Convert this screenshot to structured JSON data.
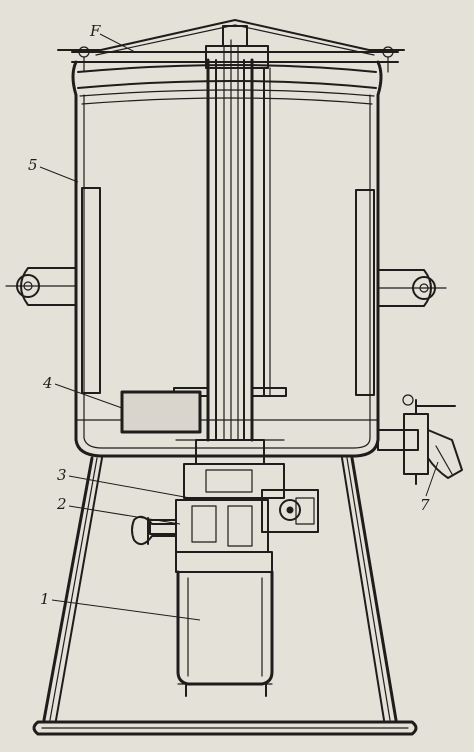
{
  "callouts": [
    {
      "id": "F",
      "label": "F"
    },
    {
      "id": "5",
      "label": "5"
    },
    {
      "id": "4",
      "label": "4"
    },
    {
      "id": "3",
      "label": "3"
    },
    {
      "id": "2",
      "label": "2"
    },
    {
      "id": "1",
      "label": "1"
    },
    {
      "id": "7",
      "label": "7"
    }
  ]
}
